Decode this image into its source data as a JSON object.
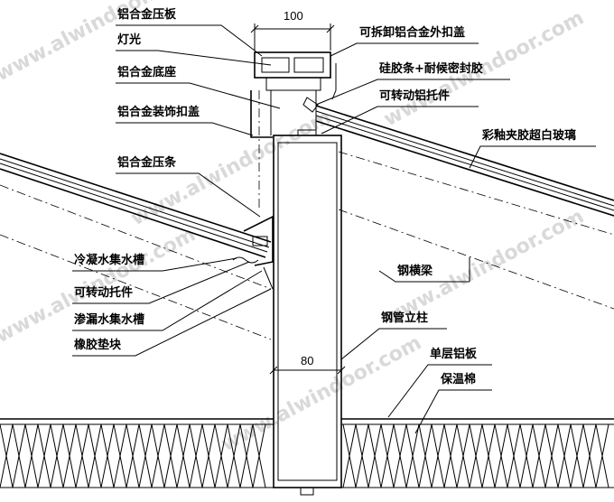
{
  "labels": {
    "aluminum_pressure_plate": "铝合金压板",
    "light": "灯光",
    "aluminum_base": "铝合金底座",
    "aluminum_decor_cover": "铝合金装饰扣盖",
    "aluminum_press_strip": "铝合金压条",
    "condensate_gutter": "冷凝水集水槽",
    "rotatable_bracket": "可转动托件",
    "seepage_gutter": "渗漏水集水槽",
    "rubber_pad": "橡胶垫块",
    "removable_outer_cover": "可拆卸铝合金外扣盖",
    "silicone_sealant": "硅胶条+耐候密封胶",
    "rotatable_al_bracket": "可转动铝托件",
    "colored_laminated_glass": "彩釉夹胶超白玻璃",
    "steel_beam": "钢横梁",
    "steel_column": "钢管立柱",
    "single_al_panel": "单层铝板",
    "insulation_wool": "保温棉"
  },
  "dimensions": {
    "top_width": "100",
    "column_width": "80"
  },
  "watermark": "www.alwindoor.com"
}
